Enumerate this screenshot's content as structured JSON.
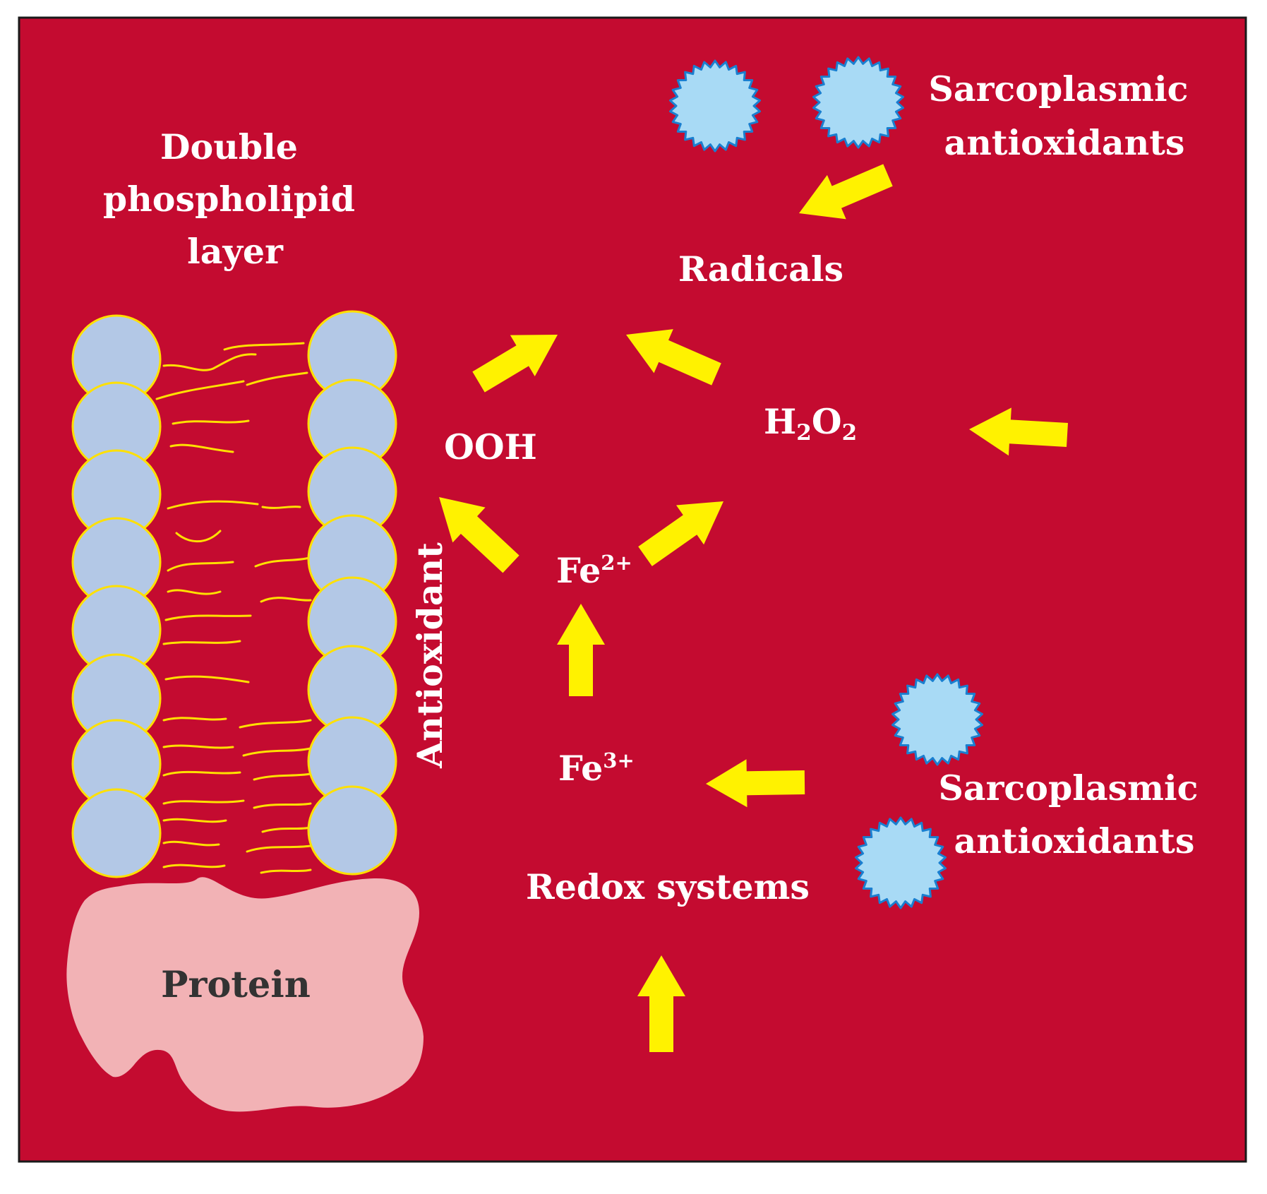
{
  "colors": {
    "background": "#c40b30",
    "frame": "#1a1a1a",
    "arrow": "#fff200",
    "head_fill": "#b3c8e6",
    "head_stroke": "#ffe000",
    "tail": "#ffe000",
    "antioxidant_fill": "#a8daf5",
    "antioxidant_stroke": "#1a7fd0",
    "protein_fill": "#f2b2b5",
    "label_text": "#ffffff",
    "protein_text": "#333333"
  },
  "labels": {
    "membrane": [
      "Double",
      "phospholipid",
      "layer"
    ],
    "radicals": "Radicals",
    "ooh": "OOH",
    "h2o2": {
      "h": "H",
      "sub1": "2",
      "o": "O",
      "sub2": "2"
    },
    "fe2": {
      "base": "Fe",
      "sup": "2+"
    },
    "fe3": {
      "base": "Fe",
      "sup": "3+"
    },
    "antioxidant": "Antioxidant",
    "redox": "Redox systems",
    "protein": "Protein",
    "sarco_top": [
      "Sarcoplasmic",
      "antioxidants"
    ],
    "sarco_bottom": [
      "Sarcoplasmic",
      "antioxidants"
    ]
  },
  "icons": {
    "phospholipid_head": "phospholipid-head-icon",
    "lipid_tail": "lipid-tail-icon",
    "antioxidant": "antioxidant-starburst-icon",
    "arrow": "yellow-arrow-icon",
    "protein": "protein-blob-icon"
  }
}
